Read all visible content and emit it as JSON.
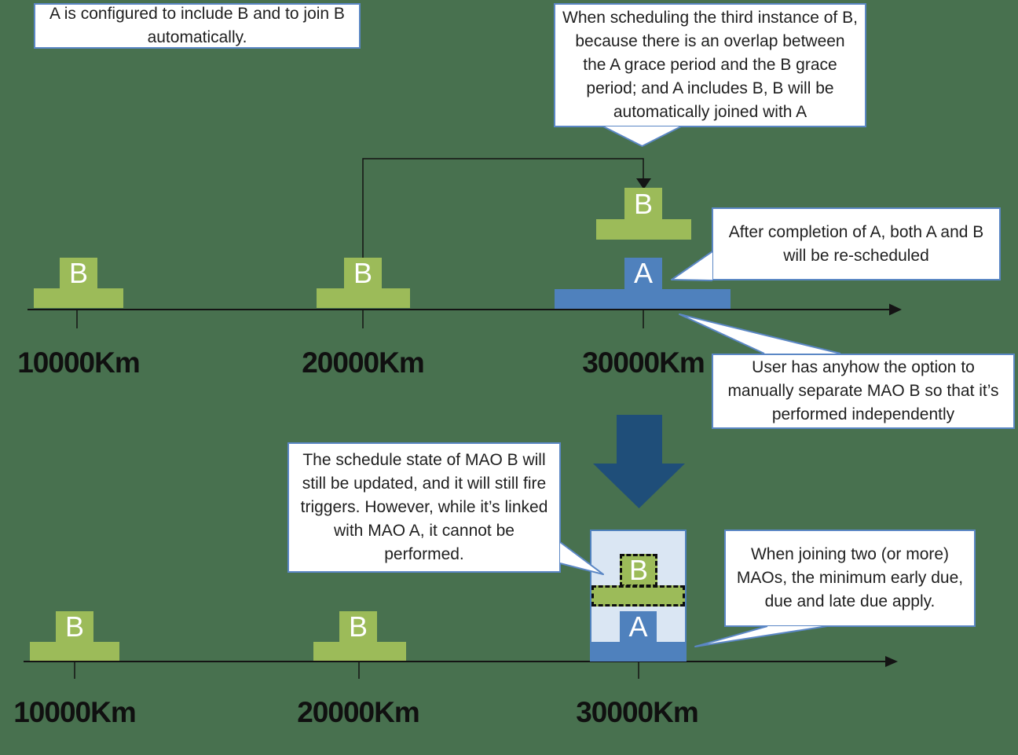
{
  "colors": {
    "background": "#48714F",
    "marker_green": "#9CBB59",
    "marker_blue": "#4F81BD",
    "dark_blue_arrow": "#1F4E79",
    "joined_box_fill": "#DAE6F3",
    "callout_border": "#5B87C5",
    "text_dark": "#1F1F1F",
    "line_black": "#141414"
  },
  "letters": {
    "a": "A",
    "b": "B"
  },
  "callouts": {
    "config": "A is configured to include B and to join B automatically.",
    "scheduling": "When scheduling the third instance of B, because there is an overlap between the A grace period and the B grace period; and A includes B, B will be automatically joined with A",
    "completion": "After completion of A, both A and B will be re-scheduled",
    "separate": "User has anyhow the option to manually separate MAO B so that it’s performed independently",
    "schedule_state": "The schedule state of MAO B will still be updated, and it will still fire triggers. However, while it’s linked with MAO A, it cannot be performed.",
    "joining": "When joining two (or more) MAOs, the minimum early due, due and late due apply."
  },
  "top_timeline": {
    "tick_labels": [
      "10000Km",
      "20000Km",
      "30000Km"
    ]
  },
  "bottom_timeline": {
    "tick_labels": [
      "10000Km",
      "20000Km",
      "30000Km"
    ]
  }
}
